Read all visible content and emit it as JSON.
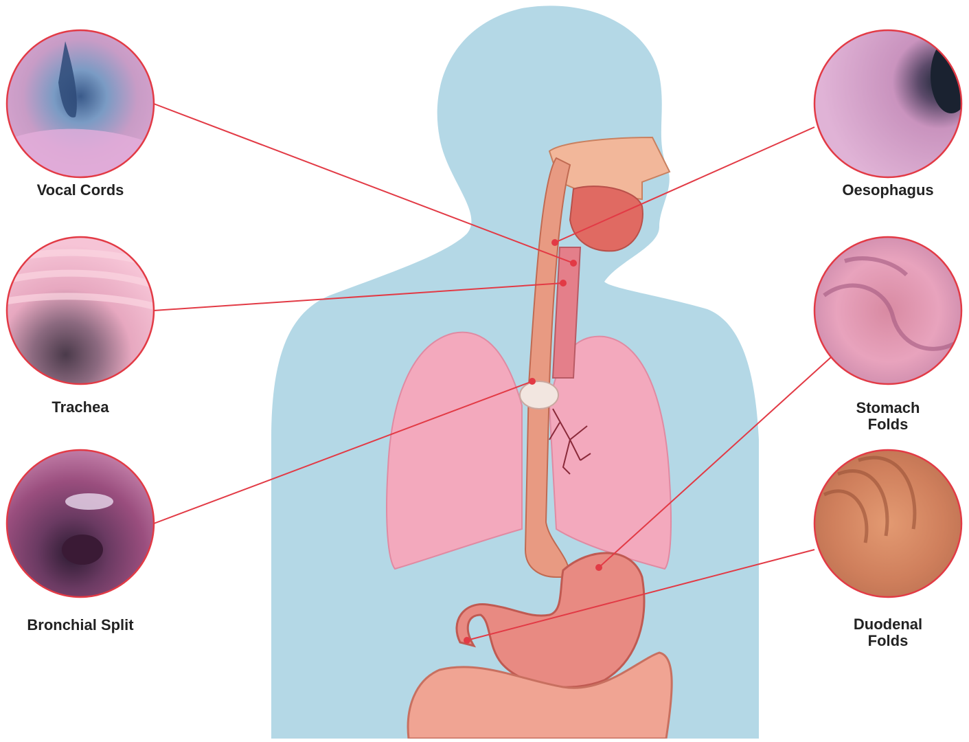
{
  "colors": {
    "body_silhouette": "#b4d8e6",
    "pointer_line": "#e23a45",
    "circle_ring": "#e23a45",
    "lung": "#f3a9bd",
    "stomach": "#e88a82",
    "intestine": "#f0a493"
  },
  "views": [
    {
      "id": "vocal-cords",
      "label": "Vocal Cords",
      "icon": "vocal-cords-endoscopy-view"
    },
    {
      "id": "trachea",
      "label": "Trachea",
      "icon": "trachea-endoscopy-view"
    },
    {
      "id": "bronchial-split",
      "label": "Bronchial Split",
      "icon": "bronchial-split-endoscopy-view"
    },
    {
      "id": "oesophagus",
      "label": "Oesophagus",
      "icon": "oesophagus-endoscopy-view"
    },
    {
      "id": "stomach-folds",
      "label": "Stomach Folds",
      "label_lines": [
        "Stomach",
        "Folds"
      ],
      "icon": "stomach-folds-endoscopy-view"
    },
    {
      "id": "duodenal-folds",
      "label": "Duodenal Folds",
      "label_lines": [
        "Duodenal",
        "Folds"
      ],
      "icon": "duodenal-folds-endoscopy-view"
    }
  ]
}
